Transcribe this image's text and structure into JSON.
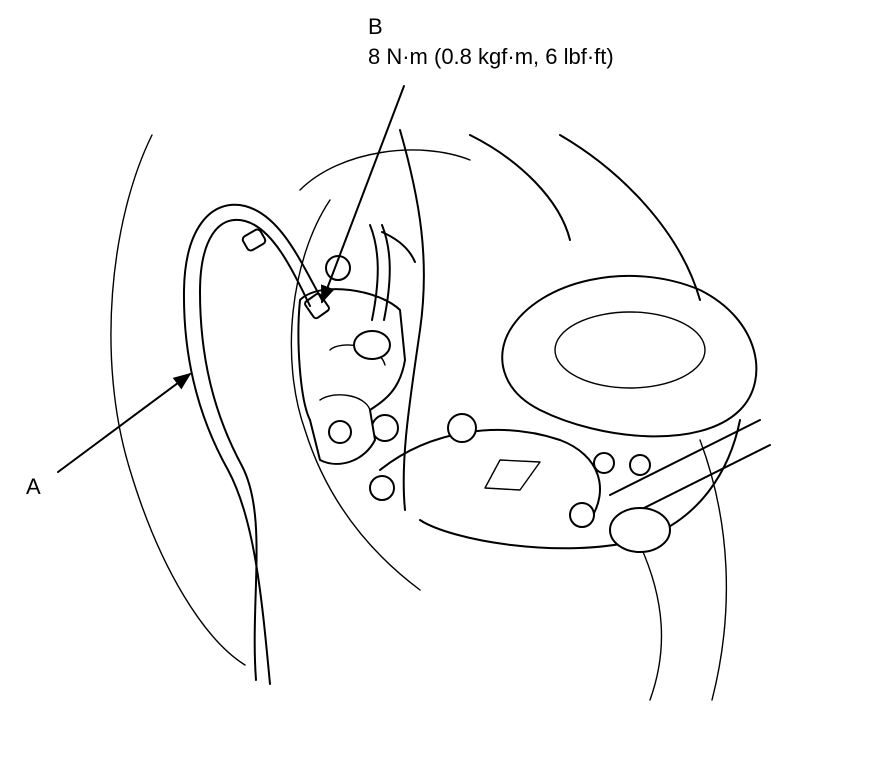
{
  "callouts": {
    "a": {
      "letter": "A"
    },
    "b": {
      "letter": "B",
      "torque": "8 N·m (0.8 kgf·m, 6 lbf·ft)"
    }
  },
  "colors": {
    "ink": "#000000",
    "paper": "#ffffff"
  }
}
